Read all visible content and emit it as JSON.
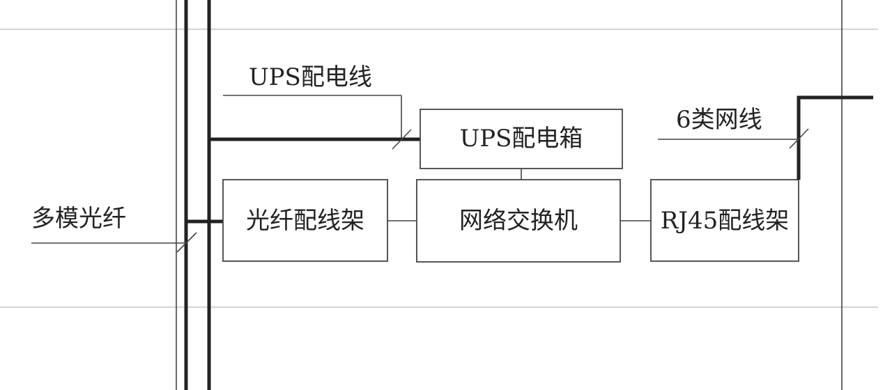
{
  "labels": {
    "ups_line": "UPS配电线",
    "cat6_cable": "6类网线",
    "multimode_fiber": "多模光纤"
  },
  "boxes": {
    "ups_box": "UPS配电箱",
    "fiber_patch_panel": "光纤配线架",
    "network_switch": "网络交换机",
    "rj45_patch_panel": "RJ45配线架"
  }
}
